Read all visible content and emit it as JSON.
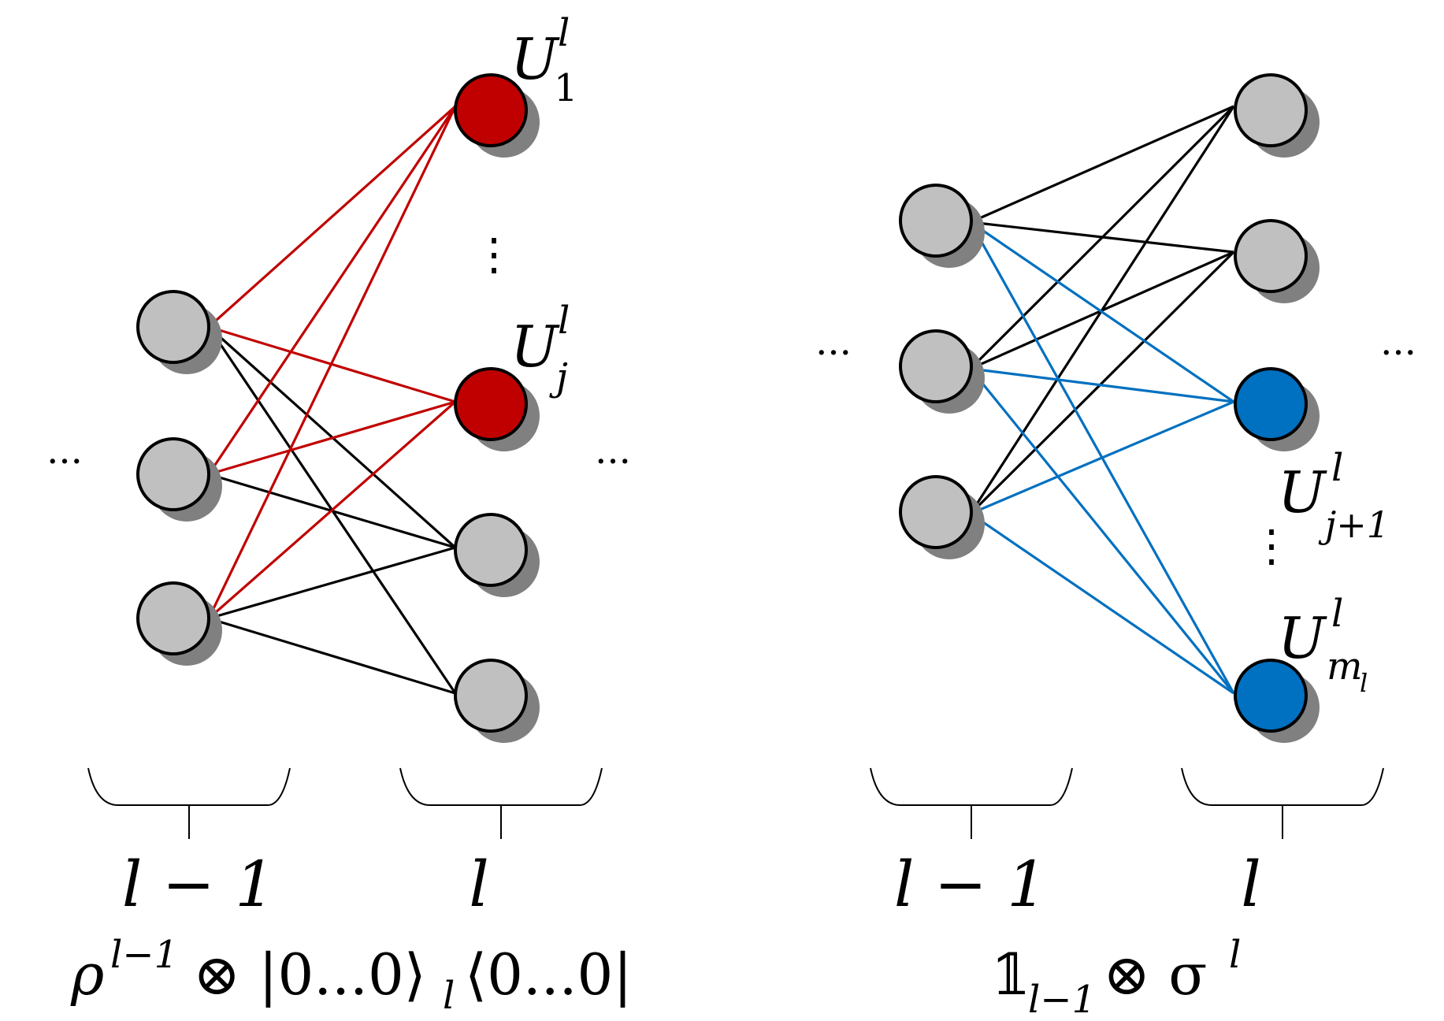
{
  "colors": {
    "node_fill": "#c0c0c0",
    "node_shadow": "#808080",
    "red": "#c00000",
    "blue": "#0070c0",
    "black": "#000000"
  },
  "left": {
    "unit_labels": [
      {
        "base": "U",
        "sup": "l",
        "sub": "1"
      },
      {
        "base": "U",
        "sup": "l",
        "sub": "j"
      }
    ],
    "layer_labels": [
      "l − 1",
      "l"
    ],
    "operator": {
      "a": "ρ",
      "a_sup": "l−1",
      "b": " ⊗ |0...0⟩",
      "b_sub": "l",
      "c": "⟨0...0|"
    }
  },
  "right": {
    "unit_labels": [
      {
        "base": "U",
        "sup": "l",
        "sub": "j+1"
      },
      {
        "base": "U",
        "sup": "l",
        "sub": "m",
        "sub2": "l"
      }
    ],
    "layer_labels": [
      "l − 1",
      "l"
    ],
    "operator": {
      "a": "𝟙",
      "a_sub": "l−1",
      "b": " ⊗ σ",
      "b_sup": "l"
    }
  },
  "ellipsis": "...",
  "vdots": "⋮"
}
